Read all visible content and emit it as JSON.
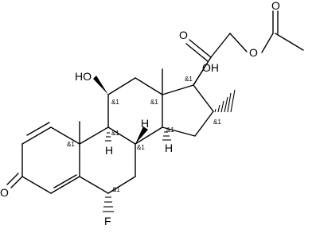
{
  "atoms": {
    "O_ketone": "O",
    "O_c11": "HO",
    "O_c20": "O",
    "O_ester": "O",
    "O_acetyl": "O",
    "O_c17": "OH",
    "F_c6": "F",
    "H_c9": "H",
    "H_c8": "H",
    "H_c14": "H"
  },
  "stereo_label": "&1"
}
